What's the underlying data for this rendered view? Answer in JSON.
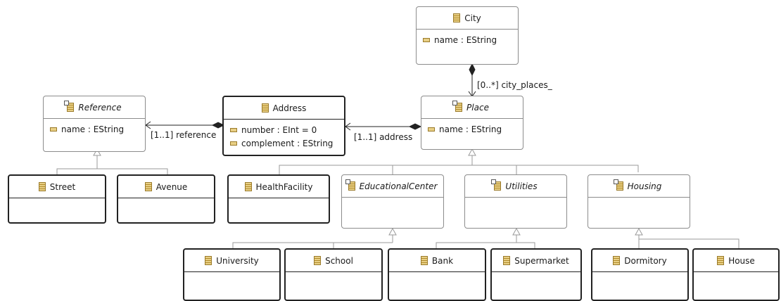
{
  "classes": {
    "city": {
      "name": "City",
      "attrs": [
        "name : EString"
      ]
    },
    "reference": {
      "name": "Reference",
      "attrs": [
        "name : EString"
      ]
    },
    "address": {
      "name": "Address",
      "attrs": [
        "number : EInt = 0",
        "complement : EString"
      ]
    },
    "place": {
      "name": "Place",
      "attrs": [
        "name : EString"
      ]
    },
    "street": {
      "name": "Street"
    },
    "avenue": {
      "name": "Avenue"
    },
    "health_facility": {
      "name": "HealthFacility"
    },
    "educational_center": {
      "name": "EducationalCenter"
    },
    "utilities": {
      "name": "Utilities"
    },
    "housing": {
      "name": "Housing"
    },
    "university": {
      "name": "University"
    },
    "school": {
      "name": "School"
    },
    "bank": {
      "name": "Bank"
    },
    "supermarket": {
      "name": "Supermarket"
    },
    "dormitory": {
      "name": "Dormitory"
    },
    "house": {
      "name": "House"
    }
  },
  "references": {
    "city_places": "[0..*] city_places_",
    "reference": "[1..1] reference",
    "address": "[1..1] address"
  }
}
